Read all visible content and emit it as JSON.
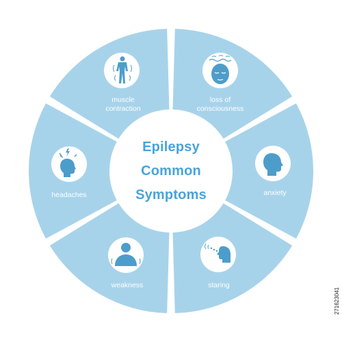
{
  "diagram": {
    "title_lines": [
      "Epilepsy",
      "Common",
      "Symptoms"
    ],
    "segments": [
      {
        "id": "muscle",
        "label_lines": [
          "muscle",
          "contraction"
        ],
        "icon": "body-contraction-icon"
      },
      {
        "id": "consciousness",
        "label_lines": [
          "loss of",
          "consciousness"
        ],
        "icon": "dizzy-face-icon"
      },
      {
        "id": "anxiety",
        "label_lines": [
          "anxiety"
        ],
        "icon": "head-profile-icon"
      },
      {
        "id": "staring",
        "label_lines": [
          "staring"
        ],
        "icon": "staring-head-icon"
      },
      {
        "id": "weakness",
        "label_lines": [
          "weakness"
        ],
        "icon": "person-bust-icon"
      },
      {
        "id": "headaches",
        "label_lines": [
          "headaches"
        ],
        "icon": "head-pain-icon"
      }
    ],
    "colors": {
      "segment": "#a7d3ea",
      "divider": "#ffffff",
      "icon": "#4d9dcb",
      "title": "#4aa3d8"
    }
  },
  "stock_id": "271623041"
}
